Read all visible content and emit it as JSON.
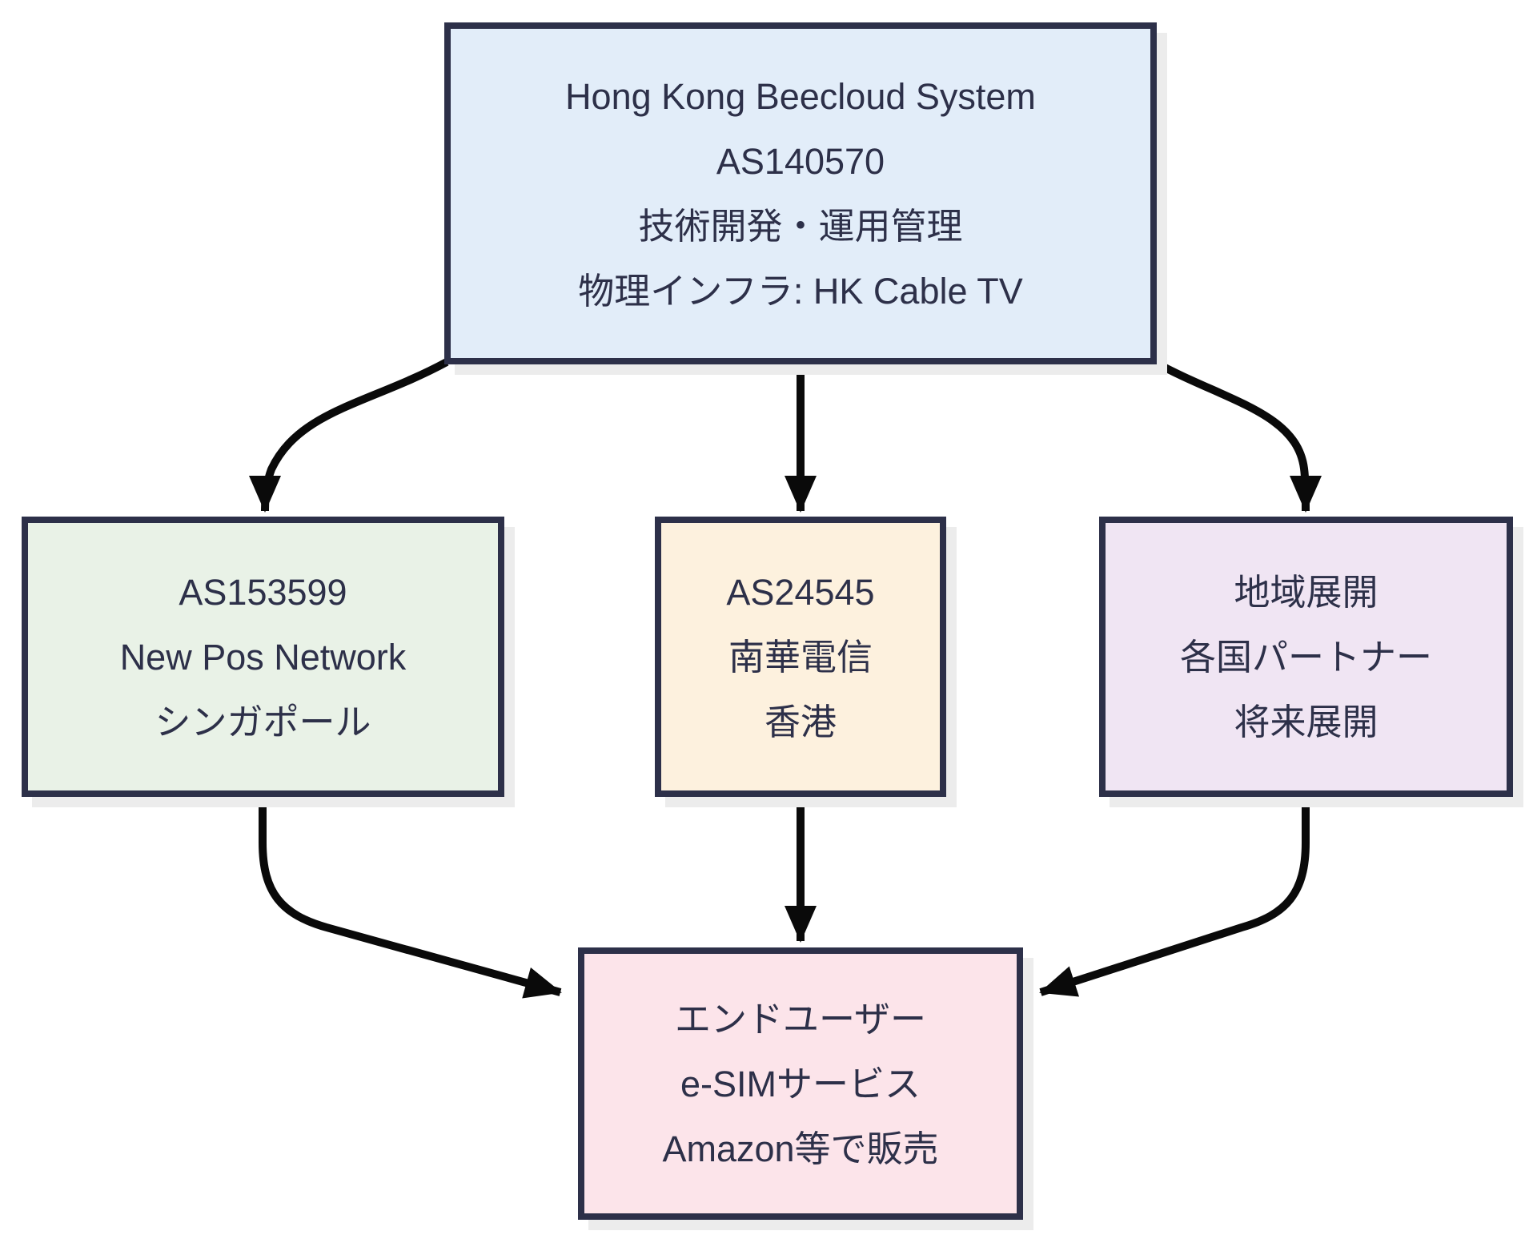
{
  "diagram": {
    "type": "flowchart",
    "direction": "top-down",
    "nodes": [
      {
        "id": "root",
        "lines": [
          "Hong Kong Beecloud System",
          "AS140570",
          "技術開発・運用管理",
          "物理インフラ: HK Cable TV"
        ],
        "fill": "#e2edf9"
      },
      {
        "id": "singapore",
        "lines": [
          "AS153599",
          "New Pos Network",
          "シンガポール"
        ],
        "fill": "#e9f2e7"
      },
      {
        "id": "hongkong",
        "lines": [
          "AS24545",
          "南華電信",
          "香港"
        ],
        "fill": "#fdf1de"
      },
      {
        "id": "regional",
        "lines": [
          "地域展開",
          "各国パートナー",
          "将来展開"
        ],
        "fill": "#f0e5f3"
      },
      {
        "id": "enduser",
        "lines": [
          "エンドユーザー",
          "e-SIMサービス",
          "Amazon等で販売"
        ],
        "fill": "#fce4ea"
      }
    ],
    "edges": [
      {
        "from": "root",
        "to": "singapore"
      },
      {
        "from": "root",
        "to": "hongkong"
      },
      {
        "from": "root",
        "to": "regional"
      },
      {
        "from": "singapore",
        "to": "enduser"
      },
      {
        "from": "hongkong",
        "to": "enduser"
      },
      {
        "from": "regional",
        "to": "enduser"
      }
    ],
    "colors": {
      "border": "#2d3049",
      "text": "#2d3049",
      "arrow": "#0a0a0a",
      "shadow": "#ececec",
      "background": "#ffffff"
    }
  }
}
